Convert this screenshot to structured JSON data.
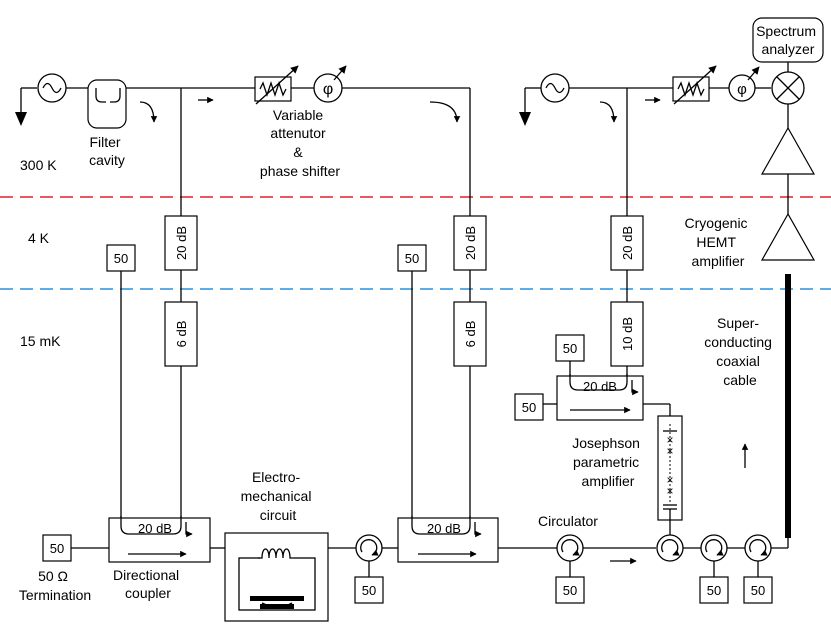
{
  "colors": {
    "line": "#000000",
    "stage_4k_line": "#e0202a",
    "stage_15mk_line": "#2b8fd6"
  },
  "temperatures": {
    "t300k": "300 K",
    "t4k": "4 K",
    "t15mk": "15 mK"
  },
  "labels": {
    "filter_cavity": [
      "Filter",
      "cavity"
    ],
    "variable_attenuator": [
      "Variable",
      "attenutor",
      "&",
      "phase shifter"
    ],
    "spectrum_analyzer": [
      "Spectrum",
      "analyzer"
    ],
    "cryogenic_hemt": [
      "Cryogenic",
      "HEMT",
      "amplifier"
    ],
    "superconducting_cable": [
      "Super-",
      "conducting",
      "coaxial",
      "cable"
    ],
    "josephson": [
      "Josephson",
      "parametric",
      "amplifier"
    ],
    "electromechanical": [
      "Electro-",
      "mechanical",
      "circuit"
    ],
    "circulator": "Circulator",
    "directional_coupler": [
      "Directional",
      "coupler"
    ],
    "termination": [
      "50 Ω",
      "Termination"
    ]
  },
  "attenuators": {
    "a20_left": "20 dB",
    "a6_left": "6 dB",
    "a20_mid": "20 dB",
    "a6_mid": "6 dB",
    "a20_right": "20 dB",
    "a10_right": "10 dB"
  },
  "couplers": {
    "c_left": "20 dB",
    "c_mid": "20 dB",
    "c_jpa": "20 dB"
  },
  "loads": {
    "term_left": "50",
    "load_4k_left": "50",
    "load_4k_mid": "50",
    "load_jpa_top": "50",
    "load_jpa_left": "50",
    "load_circ1": "50",
    "load_circ2": "50",
    "load_circ4": "50",
    "load_circ5": "50"
  },
  "icons": {
    "phase_shifter_symbol": "φ",
    "source": "sine-source-icon",
    "ground": "ground-icon",
    "mixer": "mixer-icon",
    "amplifier": "amplifier-triangle-icon",
    "circulator": "circulator-icon",
    "resistor_variable": "variable-resistor-icon",
    "inductor": "inductor-icon",
    "josephson_junction": "josephson-junction-icon"
  }
}
